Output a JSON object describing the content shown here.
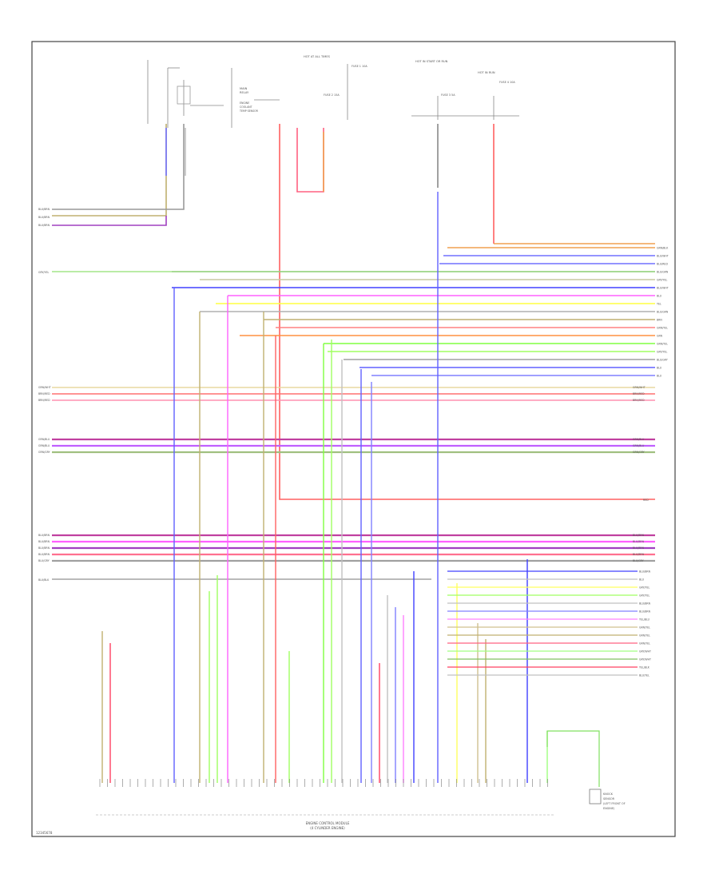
{
  "diagram": {
    "module_title": [
      "ENGINE CONTROL MODULE",
      "(4 CYLINDER ENGINE)"
    ],
    "footer_code": "12345678",
    "right_wires": [
      {
        "label": "GRN/BLK",
        "color": "#f0a050"
      },
      {
        "label": "BLU/WHT",
        "color": "#7070ff"
      },
      {
        "label": "BLU/RED",
        "color": "#7070ff"
      },
      {
        "label": "BLU/GRN",
        "color": "#a0a0a0"
      },
      {
        "label": "GRY/YEL",
        "color": "#c8c8a0"
      },
      {
        "label": "BLU/WHT",
        "color": "#4040ff"
      },
      {
        "label": "BLU",
        "color": "#ff60ff"
      },
      {
        "label": "YEL",
        "color": "#ffff40"
      },
      {
        "label": "BLU/GRN",
        "color": "#b0b0b0"
      },
      {
        "label": "BRN",
        "color": "#c0b070"
      },
      {
        "label": "GRN/YEL",
        "color": "#ff8080"
      },
      {
        "label": "GRN",
        "color": "#ff9040"
      },
      {
        "label": "GRN/YEL",
        "color": "#80ff40"
      },
      {
        "label": "GRY/YEL",
        "color": "#a0ff60"
      },
      {
        "label": "BLU/GRY",
        "color": "#a0a0a0"
      },
      {
        "label": "BLU",
        "color": "#6060ff"
      },
      {
        "label": "BLU",
        "color": "#8080ff"
      }
    ],
    "left_wires_top": [
      {
        "label": "BLU/BRN",
        "color": "#c0b070"
      },
      {
        "label": "BLU/BRN",
        "color": "#ff60ff"
      },
      {
        "label": "BLU/BRN",
        "color": "#a040c0"
      }
    ],
    "left_single": {
      "label": "GRY/YEL",
      "color": "#90e070"
    },
    "mid_block1": [
      {
        "label": "GRN/WHT",
        "color": "#e8d8a0"
      },
      {
        "label": "BRN/RED",
        "color": "#ff7070"
      },
      {
        "label": "BRN/RED",
        "color": "#ff90b0"
      }
    ],
    "mid_block2": [
      {
        "label": "GRN/BLU",
        "color": "#c040a0"
      },
      {
        "label": "GRN/BLU",
        "color": "#c060ff"
      },
      {
        "label": "GRN/GRY",
        "color": "#a0c080"
      }
    ],
    "right_single": {
      "label": "RED",
      "color": "#ff6060"
    },
    "mid_block3": [
      {
        "label": "BLU/BRN",
        "color": "#c040a0"
      },
      {
        "label": "BLU/BRN",
        "color": "#ff60ff"
      },
      {
        "label": "BLU/BRN",
        "color": "#a040c0"
      },
      {
        "label": "BLU/BRN",
        "color": "#ff7090"
      },
      {
        "label": "BLU/GRY",
        "color": "#a0a0a0"
      }
    ],
    "left_lower_single": {
      "label": "BLU/BLK",
      "color": "#909090"
    },
    "bottom_right_wires": [
      {
        "label": "BLU/BRN",
        "color": "#4040ff"
      },
      {
        "label": "BLU",
        "color": "#c0c0c0"
      },
      {
        "label": "GRY/YEL",
        "color": "#ffff60"
      },
      {
        "label": "GRY/YEL",
        "color": "#a0ff60"
      },
      {
        "label": "BLU/BRN",
        "color": "#c0c0c0"
      },
      {
        "label": "BLU/BRN",
        "color": "#8080ff"
      },
      {
        "label": "YEL/BLU",
        "color": "#ff80ff"
      },
      {
        "label": "GRN/YEL",
        "color": "#d0c090"
      },
      {
        "label": "GRN/YEL",
        "color": "#c0b070"
      },
      {
        "label": "GRN/YEL",
        "color": "#ff6080"
      },
      {
        "label": "GRY/WHT",
        "color": "#a0ff80"
      },
      {
        "label": "GRY/WHT",
        "color": "#80c060"
      },
      {
        "label": "YEL/BLK",
        "color": "#ff4060"
      },
      {
        "label": "BLU/YEL",
        "color": "#c0c0c0"
      }
    ],
    "top_labels": [
      {
        "text": "HOT AT ALL TIMES"
      },
      {
        "text": "HOT IN START OR RUN"
      },
      {
        "text": "HOT IN RUN"
      }
    ],
    "sensor_label": [
      "ENGINE",
      "COOLANT",
      "TEMP SENSOR"
    ],
    "fuse_labels": [
      "FUSE 1 10A",
      "FUSE 2 15A",
      "FUSE 3 5A",
      "FUSE 4 10A"
    ],
    "relay_label": [
      "MAIN",
      "RELAY"
    ],
    "lower_right_sensor": [
      "KNOCK",
      "SENSOR",
      "(LEFT FRONT OF",
      "ENGINE)"
    ]
  }
}
